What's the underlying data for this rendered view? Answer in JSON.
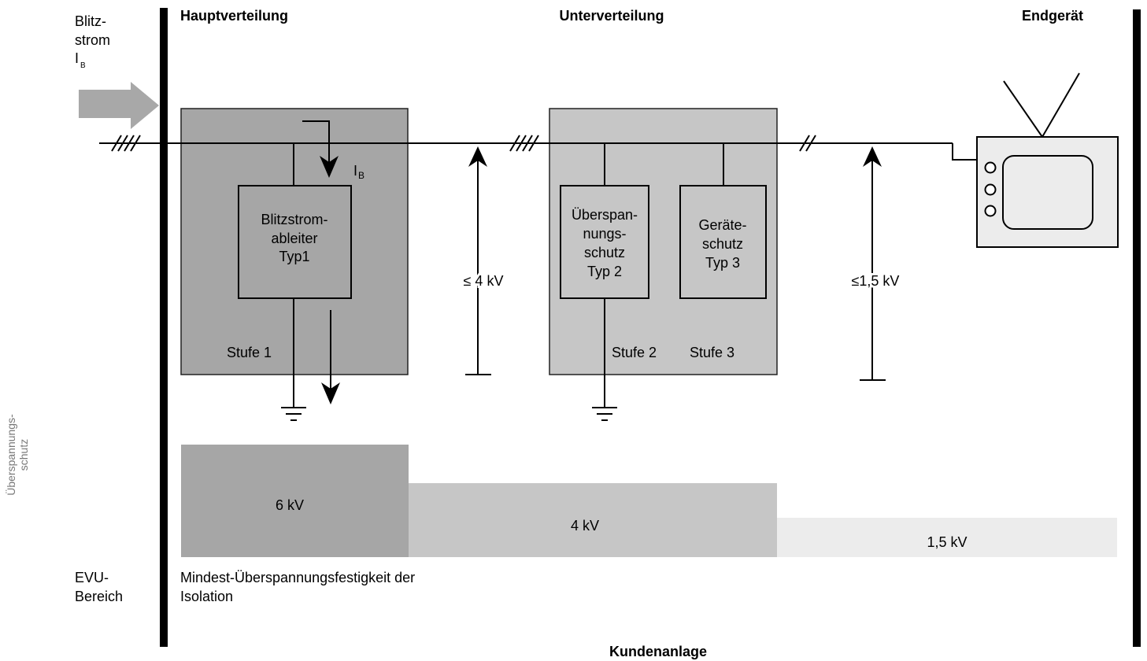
{
  "headers": {
    "main": "Hauptverteilung",
    "sub": "Unterverteilung",
    "device": "Endgerät",
    "bottom": "Kundenanlage"
  },
  "lightning": {
    "line1": "Blitz-",
    "line2": "strom",
    "symbol": "I",
    "subscript": "B"
  },
  "main_box": {
    "label_lines": [
      "Blitzstrom-",
      "ableiter",
      "Typ1"
    ],
    "stage": "Stufe 1",
    "current_symbol": "I",
    "current_subscript": "B"
  },
  "sub_box": {
    "type2_lines": [
      "Überspan-",
      "nungs-",
      "schutz",
      "Typ 2"
    ],
    "type3_lines": [
      "Geräte-",
      "schutz",
      "Typ 3"
    ],
    "stage2": "Stufe 2",
    "stage3": "Stufe 3"
  },
  "voltages": {
    "v1": "≤ 4 kV",
    "v2": "≤1,5 kV"
  },
  "insulation": {
    "bars": [
      "6 kV",
      "4 kV",
      "1,5 kV"
    ],
    "caption_line1": "Mindest-Überspannungsfestigkeit der",
    "caption_line2": "Isolation"
  },
  "side_label": {
    "line1": "Überspannungs-",
    "line2": "schutz"
  },
  "evu": {
    "line1": "EVU-",
    "line2": "Bereich"
  },
  "colors": {
    "main_box": "#a6a6a6",
    "sub_box": "#c6c6c6",
    "device_box": "#ececec",
    "bar1": "#a6a6a6",
    "bar2": "#c6c6c6",
    "bar3": "#ececec",
    "arrow": "#a8a8a8",
    "side_text": "#777777"
  }
}
